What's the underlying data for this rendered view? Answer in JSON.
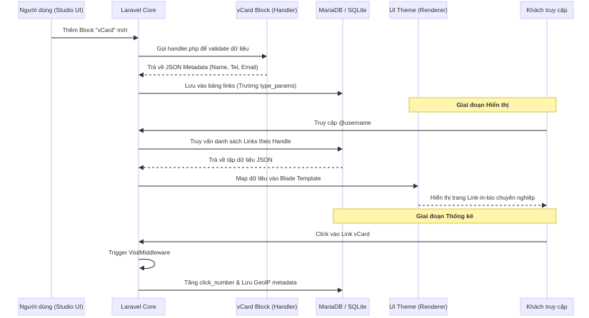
{
  "actors": [
    {
      "id": "user",
      "label": "Người dùng (Studio UI)"
    },
    {
      "id": "core",
      "label": "Laravel Core"
    },
    {
      "id": "vcard",
      "label": "vCard Block (Handler)"
    },
    {
      "id": "db",
      "label": "MariaDB / SQLite"
    },
    {
      "id": "theme",
      "label": "UI Theme (Renderer)"
    },
    {
      "id": "guest",
      "label": "Khách truy cập"
    }
  ],
  "events": [
    {
      "kind": "message",
      "from": "user",
      "to": "core",
      "label": "Thêm Block \"vCard\" mới",
      "style": "solid"
    },
    {
      "kind": "message",
      "from": "core",
      "to": "vcard",
      "label": "Gọi handler.php để validate dữ liệu",
      "style": "solid"
    },
    {
      "kind": "message",
      "from": "vcard",
      "to": "core",
      "label": "Trả về JSON Metadata (Name, Tel, Email)",
      "style": "dashed"
    },
    {
      "kind": "message",
      "from": "core",
      "to": "db",
      "label": "Lưu vào bảng links (Trường type_params)",
      "style": "solid"
    },
    {
      "kind": "note",
      "from": "theme",
      "to": "guest",
      "label": "Giai đoạn Hiển thị"
    },
    {
      "kind": "message",
      "from": "guest",
      "to": "core",
      "label": "Truy cập @username",
      "style": "solid"
    },
    {
      "kind": "message",
      "from": "core",
      "to": "db",
      "label": "Truy vấn danh sách Links theo Handle",
      "style": "solid"
    },
    {
      "kind": "message",
      "from": "db",
      "to": "core",
      "label": "Trả về tập dữ liệu JSON",
      "style": "dashed"
    },
    {
      "kind": "message",
      "from": "core",
      "to": "theme",
      "label": "Map dữ liệu vào Blade Template",
      "style": "solid"
    },
    {
      "kind": "message",
      "from": "theme",
      "to": "guest",
      "label": "Hiển thị trang Link-in-bio chuyên nghiệp",
      "style": "dashed"
    },
    {
      "kind": "note",
      "from": "db",
      "to": "guest",
      "label": "Giai đoạn Thống kê"
    },
    {
      "kind": "message",
      "from": "guest",
      "to": "core",
      "label": "Click vào Link vCard",
      "style": "solid"
    },
    {
      "kind": "self",
      "from": "core",
      "to": "core",
      "label": "Trigger VisitMiddleware",
      "style": "solid"
    },
    {
      "kind": "message",
      "from": "core",
      "to": "db",
      "label": "Tăng click_number & Lưu GeoIP metadata",
      "style": "solid"
    }
  ]
}
